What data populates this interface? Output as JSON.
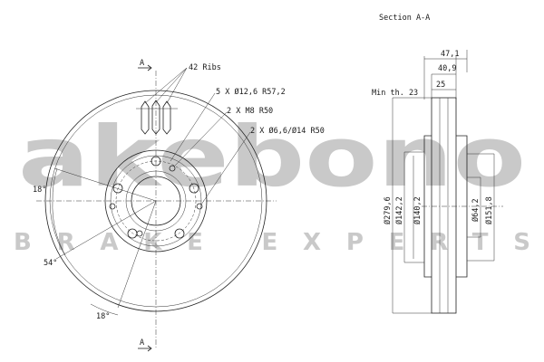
{
  "drawing": {
    "section_title": "Section A-A",
    "section_marker": "A",
    "labels": {
      "ribs": "42 Ribs",
      "holes_a": "5 X Ø12,6  R57,2",
      "holes_b": "2 X M8  R50",
      "holes_c": "2 X Ø6,6/Ø14  R50",
      "min_th": "Min th. 23"
    },
    "dimensions": {
      "width_total": "47,1",
      "width_hub": "40,9",
      "thickness": "25",
      "dia_outer": "Ø279,6",
      "dia_142": "Ø142,2",
      "dia_140": "Ø140,2",
      "dia_64": "Ø64,2",
      "dia_151": "Ø151,8"
    },
    "angles": {
      "a1": "18°",
      "a2": "54°",
      "a3": "18°"
    }
  },
  "watermark": {
    "brand": "akebono",
    "tagline": "BRAKE EXPERTS"
  },
  "colors": {
    "line": "#222222",
    "watermark": "#c9c9c9"
  }
}
